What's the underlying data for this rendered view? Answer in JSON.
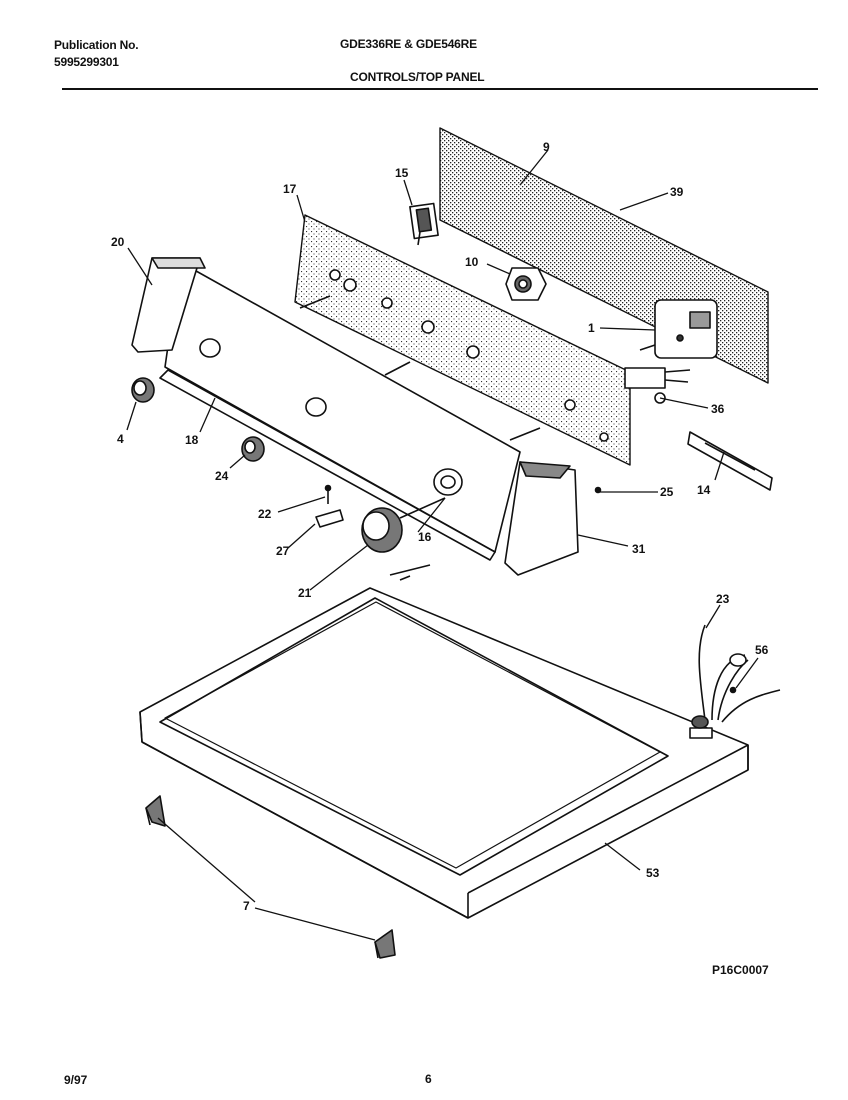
{
  "header": {
    "publication_label": "Publication No.",
    "publication_number": "5995299301",
    "models": "GDE336RE & GDE546RE",
    "section_title": "CONTROLS/TOP PANEL"
  },
  "diagram_code": "P16C0007",
  "footer": {
    "date": "9/97",
    "page_number": "6"
  },
  "callouts": {
    "c1": "1",
    "c4": "4",
    "c7": "7",
    "c9": "9",
    "c10": "10",
    "c14": "14",
    "c15": "15",
    "c16": "16",
    "c17": "17",
    "c18": "18",
    "c20": "20",
    "c21": "21",
    "c22": "22",
    "c23": "23",
    "c24": "24",
    "c25": "25",
    "c27": "27",
    "c31": "31",
    "c36": "36",
    "c39": "39",
    "c53": "53",
    "c56": "56"
  }
}
